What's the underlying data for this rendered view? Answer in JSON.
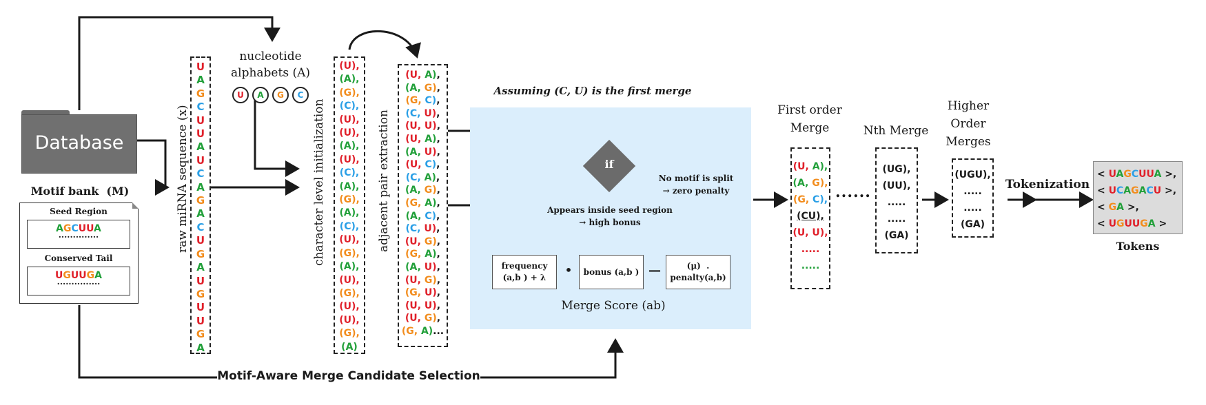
{
  "database": {
    "label": "Database"
  },
  "motif_bank": {
    "title": "Motif bank  (M)",
    "seed_region": {
      "title": "Seed Region",
      "motif": "AGCUUA",
      "dots": ".............."
    },
    "conserved_tail": {
      "title": "Conserved Tail",
      "motif": "UGUUGA",
      "dots": "..............."
    }
  },
  "sequence": {
    "label": "raw miRNA sequence (x)",
    "letters": [
      "U",
      "A",
      "G",
      "C",
      "U",
      "U",
      "A",
      "U",
      "C",
      "A",
      "G",
      "A",
      "C",
      "U",
      "G",
      "A",
      "U",
      "G",
      "U",
      "U",
      "G",
      "A"
    ]
  },
  "alphabet": {
    "title_line1": "nucleotide",
    "title_line2": "alphabets (A)",
    "letters": [
      "U",
      "A",
      "G",
      "C"
    ]
  },
  "char_init": {
    "label": "character level initialization",
    "tokens": [
      "(U),",
      "(A),",
      "(G),",
      "(C),",
      "(U),",
      "(U),",
      "(A),",
      "(U),",
      "(C),",
      "(A),",
      "(G),",
      "(A),",
      "(C),",
      "(U),",
      "(G),",
      "(A),",
      "(U),",
      "(G),",
      "(U),",
      "(U),",
      "(G),",
      "(A)"
    ]
  },
  "pair_extract": {
    "label": "adjacent pair extraction",
    "pairs": [
      [
        "U",
        "A"
      ],
      [
        "A",
        "G"
      ],
      [
        "G",
        "C"
      ],
      [
        "C",
        "U"
      ],
      [
        "U",
        "U"
      ],
      [
        "U",
        "A"
      ],
      [
        "A",
        "U"
      ],
      [
        "U",
        "C"
      ],
      [
        "C",
        "A"
      ],
      [
        "A",
        "G"
      ],
      [
        "G",
        "A"
      ],
      [
        "A",
        "C"
      ],
      [
        "C",
        "U"
      ],
      [
        "U",
        "G"
      ],
      [
        "G",
        "A"
      ],
      [
        "A",
        "U"
      ],
      [
        "U",
        "G"
      ],
      [
        "G",
        "U"
      ],
      [
        "U",
        "U"
      ],
      [
        "U",
        "G"
      ],
      [
        "G",
        "A"
      ]
    ],
    "tail": "..."
  },
  "assumption": "Assuming (C, U) is the first merge",
  "merge_panel": {
    "decision": "if",
    "left_branch": [
      "Appears inside seed region",
      "→ high bonus"
    ],
    "right_branch": [
      "No motif is split",
      "→ zero penalty"
    ],
    "freq_box": [
      "frequency",
      "(a,b ) + λ"
    ],
    "bonus_box": "bonus (a,b )",
    "penalty_box": [
      "(μ)  .",
      "penalty(a,b)"
    ],
    "op_dot": "•",
    "op_minus": "—",
    "score_label": "Merge Score (ab)"
  },
  "first_order": {
    "title_line1": "First order",
    "title_line2": "Merge",
    "items": [
      [
        "U",
        "A"
      ],
      [
        "A",
        "G"
      ],
      [
        "G",
        "C"
      ]
    ],
    "cu": "(CU)",
    "uu": [
      "U",
      "U"
    ],
    "dots_red": ".....",
    "dots_green": "....."
  },
  "ellipsis": "......",
  "nth_merge": {
    "title": "Nth Merge",
    "items": [
      "(UG),",
      "(UU),",
      ".....",
      ".....",
      "(GA)"
    ]
  },
  "higher_order": {
    "title_lines": [
      "Higher",
      "Order",
      "Merges"
    ],
    "items": [
      "(UGU),",
      ".....",
      ".....",
      "(GA)"
    ]
  },
  "tokenization_label": "Tokenization",
  "tokens": {
    "title": "Tokens",
    "rows": [
      [
        [
          "K",
          "< "
        ],
        [
          "U",
          "U"
        ],
        [
          "A",
          "A"
        ],
        [
          "G",
          "G"
        ],
        [
          "C",
          "C"
        ],
        [
          "U",
          "UU"
        ],
        [
          "A",
          "A"
        ],
        [
          "K",
          " >,"
        ]
      ],
      [
        [
          "K",
          "< "
        ],
        [
          "U",
          "U"
        ],
        [
          "C",
          "C"
        ],
        [
          "A",
          "A"
        ],
        [
          "G",
          "G"
        ],
        [
          "A",
          "A"
        ],
        [
          "C",
          "C"
        ],
        [
          "U",
          "U"
        ],
        [
          "K",
          " >,"
        ]
      ],
      [
        [
          "K",
          "< "
        ],
        [
          "G",
          "G"
        ],
        [
          "A",
          "A"
        ],
        [
          "K",
          " >,"
        ]
      ],
      [
        [
          "K",
          "< "
        ],
        [
          "U",
          "U"
        ],
        [
          "G",
          "G"
        ],
        [
          "U",
          "UU"
        ],
        [
          "G",
          "G"
        ],
        [
          "A",
          "A"
        ],
        [
          "K",
          " >"
        ]
      ]
    ]
  },
  "bottom_label": "Motif-Aware Merge Candidate Selection"
}
